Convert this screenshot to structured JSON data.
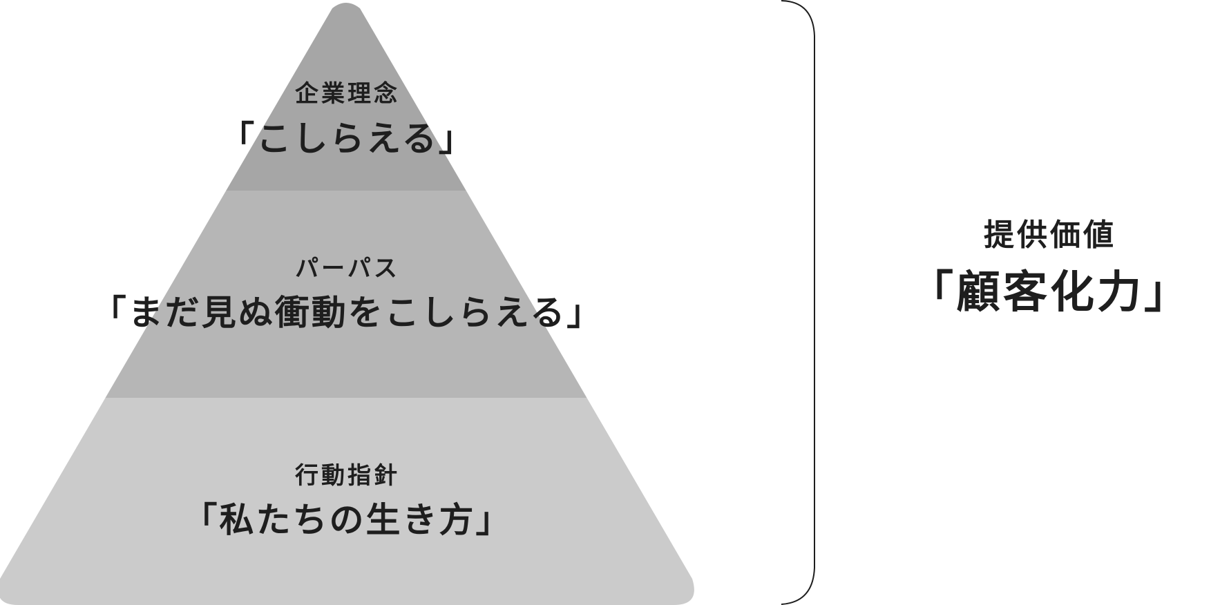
{
  "pyramid": {
    "tiers": [
      {
        "heading": "企業理念",
        "phrase": "「こしらえる」",
        "color": "#a6a6a6"
      },
      {
        "heading": "パーパス",
        "phrase": "「まだ見ぬ衝動をこしらえる」",
        "color": "#b6b6b6"
      },
      {
        "heading": "行動指針",
        "phrase": "「私たちの生き方」",
        "color": "#cbcbcb"
      }
    ]
  },
  "bracket": {
    "color": "#1e1e1e"
  },
  "value": {
    "heading": "提供価値",
    "phrase": "「顧客化力」"
  }
}
